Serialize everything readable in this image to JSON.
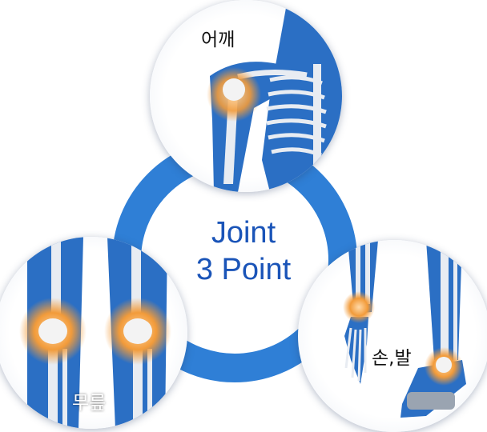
{
  "center": {
    "line1": "Joint",
    "line2": "3 Point"
  },
  "circles": {
    "shoulder": {
      "label": "어깨"
    },
    "knee": {
      "label": "무릎"
    },
    "hand_foot": {
      "label": "손,발"
    }
  },
  "colors": {
    "ring": "#2f7fd6",
    "center_text": "#1a54b8",
    "body_blue": "#2b6fc4",
    "joint_highlight": "#f29b3a"
  }
}
